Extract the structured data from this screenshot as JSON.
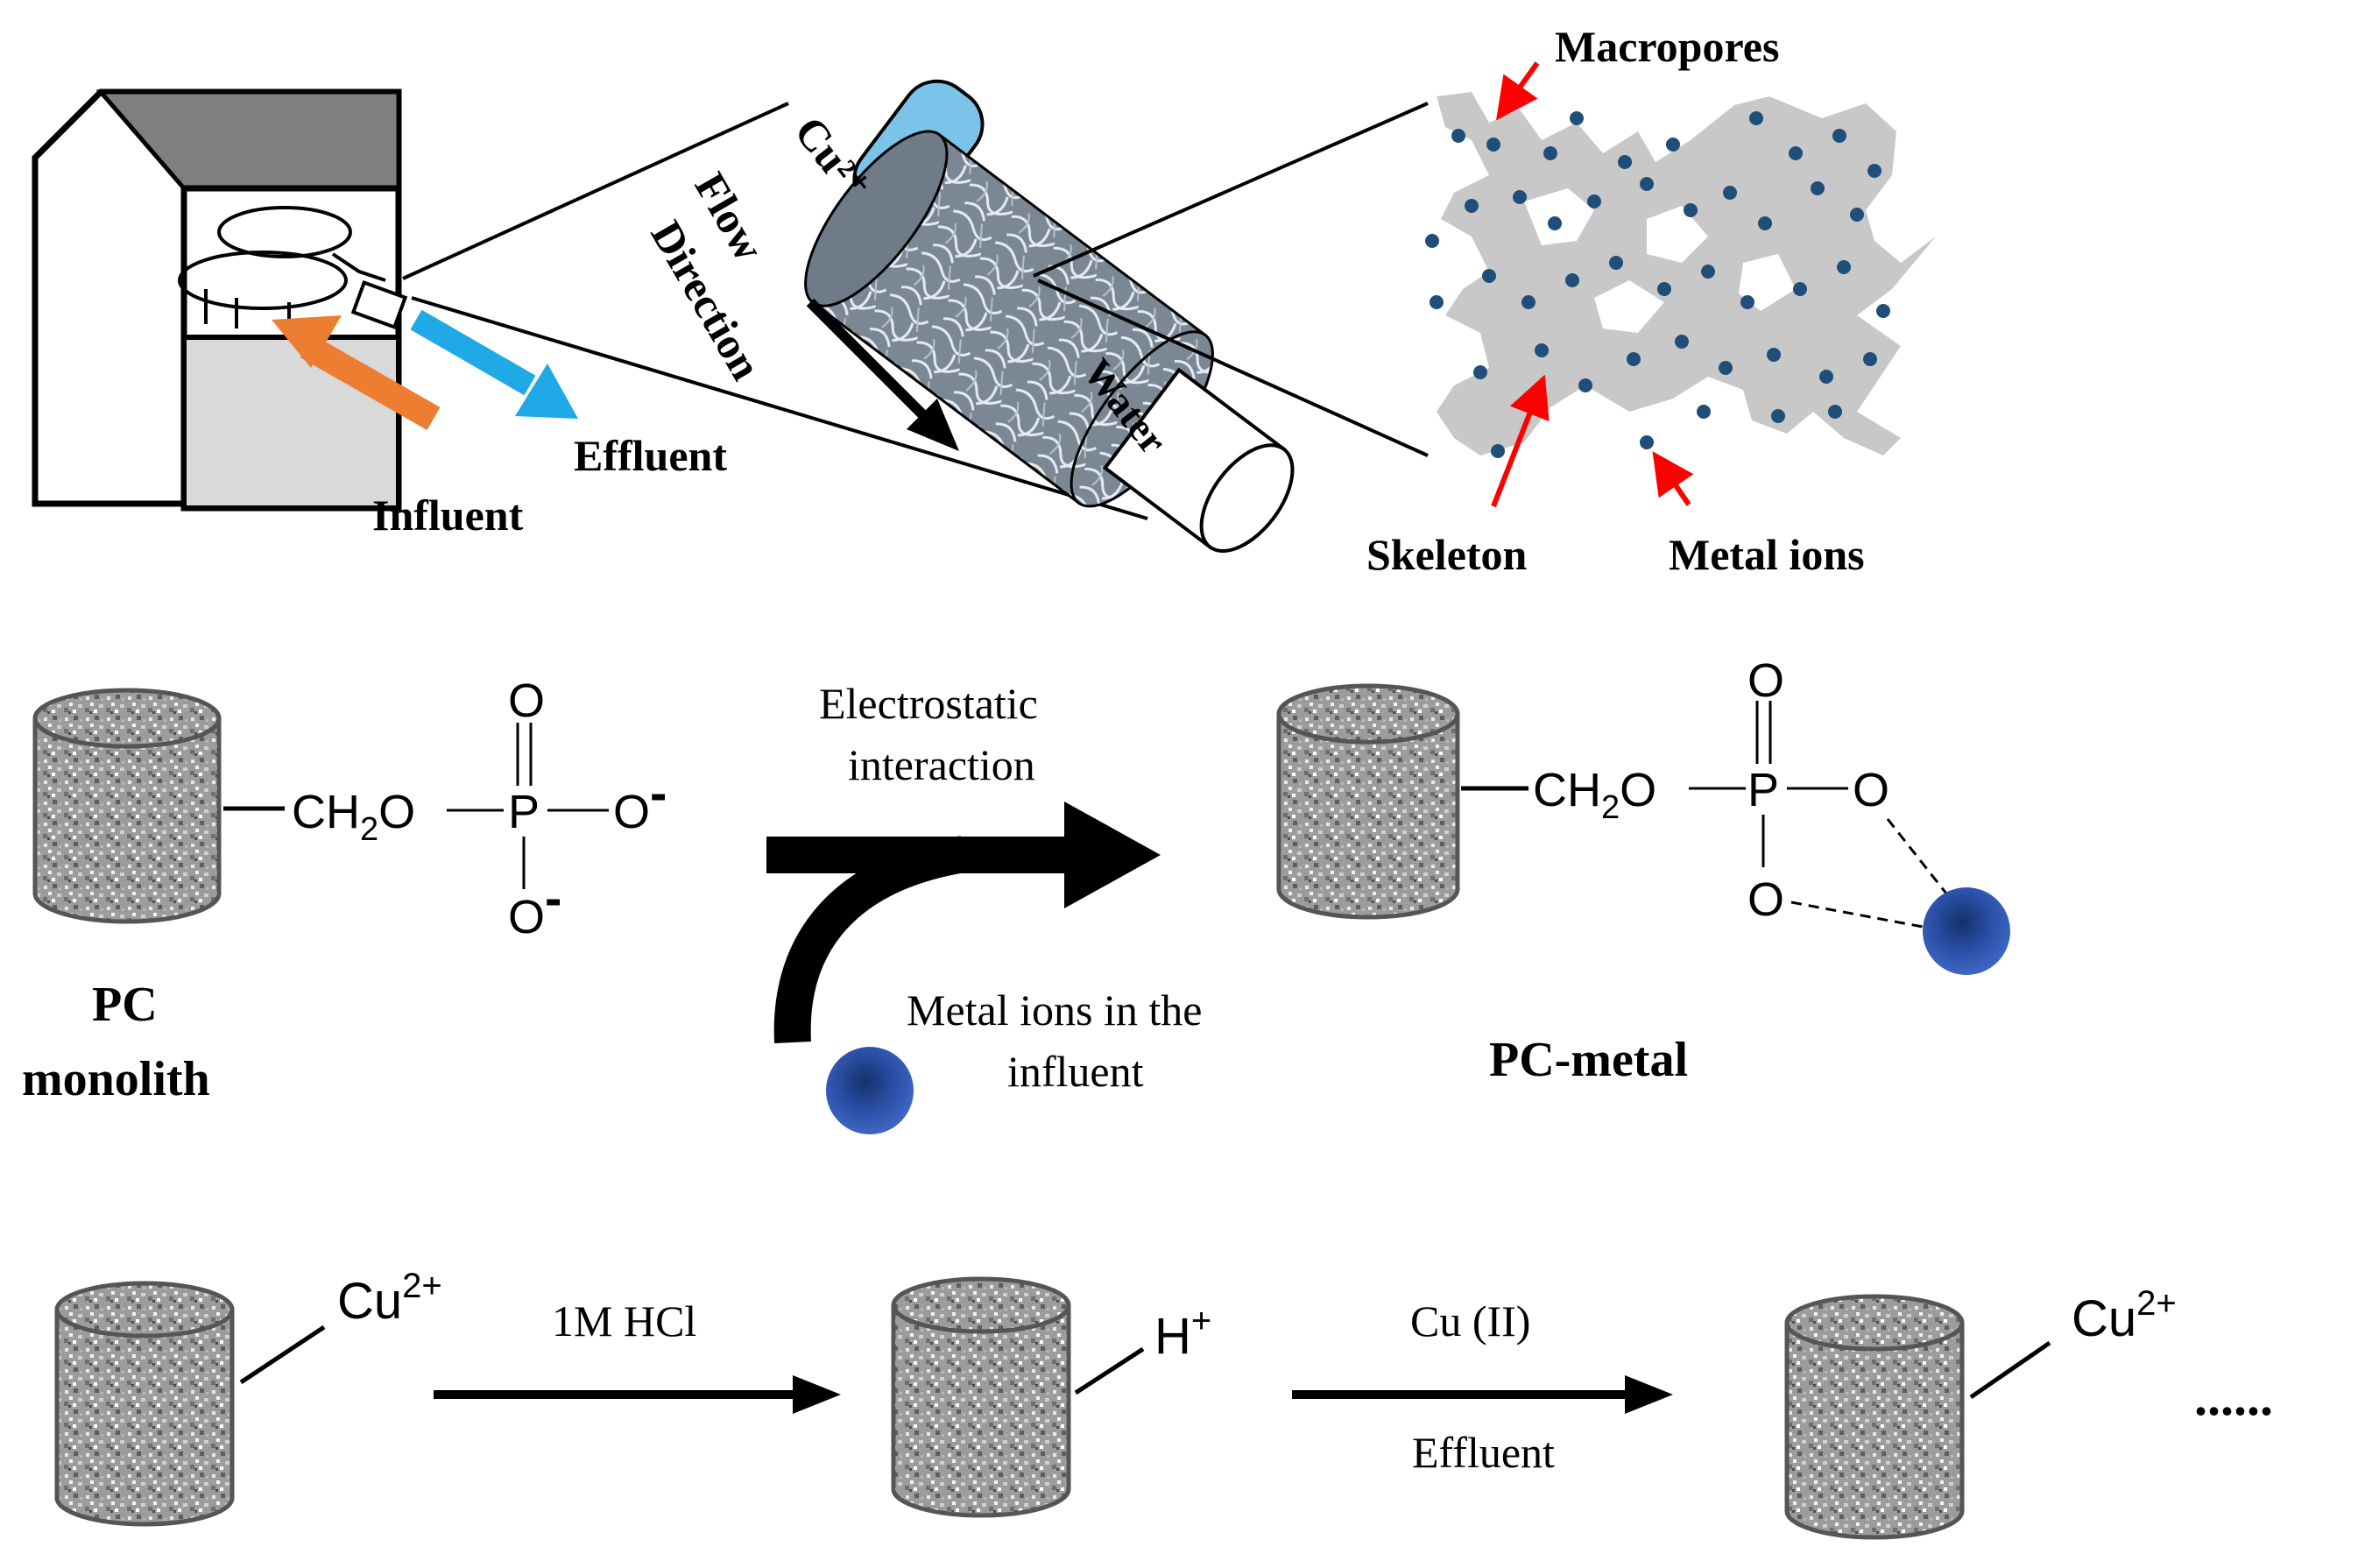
{
  "labels": {
    "macropores": "Macropores",
    "skeleton": "Skeleton",
    "metal_ions": "Metal ions",
    "influent": "Influent",
    "effluent": "Effluent",
    "flow": "Flow",
    "direction": "Direction",
    "cu2plus_tube": "Cu²⁺",
    "water_tube": "Water"
  },
  "scheme": {
    "pc": "PC",
    "monolith": "monolith",
    "ch2o": "CH",
    "sub2": "2",
    "o": "O",
    "p": "P",
    "o_minus_charge": "-",
    "electrostatic": "Electrostatic",
    "interaction": "interaction",
    "metal_ions_line1": "Metal ions in the",
    "metal_ions_line2": "influent",
    "pc_metal": "PC-metal"
  },
  "cycle": {
    "cu": "Cu",
    "cu_charge": "2+",
    "h": "H",
    "h_charge": "+",
    "hcl": "1M HCl",
    "cu_ii": "Cu (II)",
    "effluent": "Effluent",
    "ellipsis": "......"
  },
  "colors": {
    "influent_arrow": "#ed7d31",
    "effluent_arrow": "#1fa9e6",
    "cu_tube": "#7cc3ea",
    "ion_dot": "#1f4e79",
    "skeleton_gray": "#c8c8c8",
    "pointer_red": "#ff0000",
    "metal_ball": "#2f54a8"
  },
  "icons": [
    "instrument-icon",
    "monolith-cylinder-icon",
    "metal-ion-ball-icon"
  ]
}
